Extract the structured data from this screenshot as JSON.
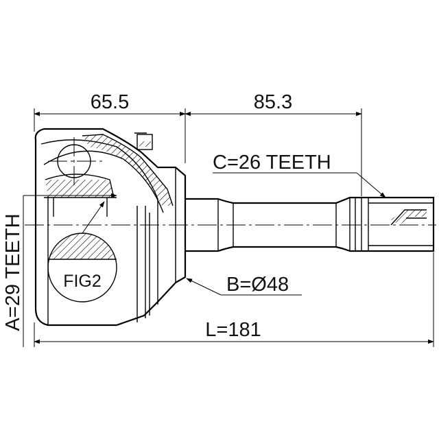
{
  "dimensions": {
    "housing_length": "65.5",
    "shaft_length": "85.3",
    "outer_teeth": "C=26 TEETH",
    "outer_diameter": "B=Ø48",
    "inner_teeth": "A=29 TEETH",
    "total_length": "L=181"
  },
  "figure_label": "FIG2",
  "line_color": "#000000",
  "background": "#ffffff"
}
